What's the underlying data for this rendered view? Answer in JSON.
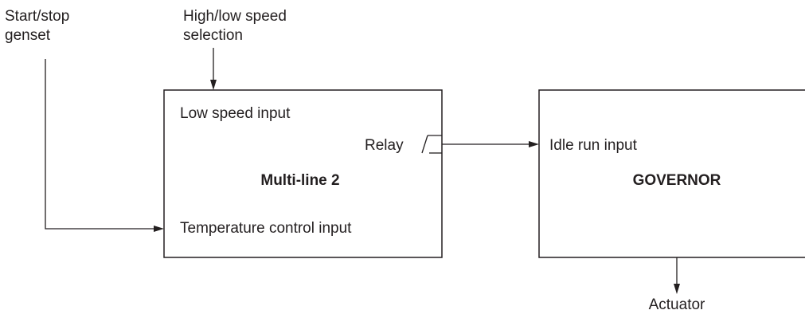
{
  "inputs": {
    "start_stop": [
      "Start/stop",
      "genset"
    ],
    "speed_selection": [
      "High/low speed",
      "selection"
    ]
  },
  "multiline": {
    "title": "Multi-line 2",
    "low_speed_input": "Low speed input",
    "relay": "Relay",
    "temperature_input": "Temperature control input"
  },
  "governor": {
    "title": "GOVERNOR",
    "idle_run_input": "Idle run input"
  },
  "output": {
    "actuator": "Actuator"
  }
}
